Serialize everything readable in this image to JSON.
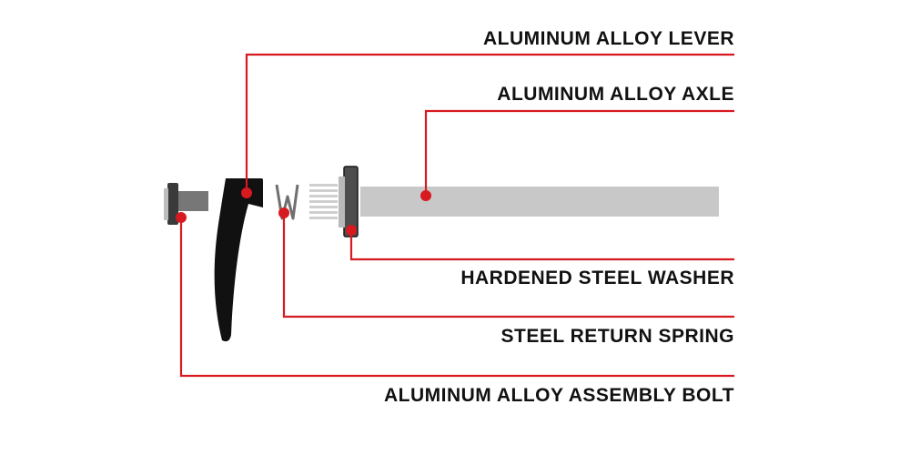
{
  "labels": {
    "lever": "ALUMINUM ALLOY LEVER",
    "axle": "ALUMINUM ALLOY AXLE",
    "washer": "HARDENED STEEL WASHER",
    "spring": "STEEL RETURN SPRING",
    "bolt": "ALUMINUM ALLOY ASSEMBLY BOLT"
  },
  "colors": {
    "leader_line": "#d71920",
    "part_dark": "#111111",
    "part_gray": "#666666",
    "axle": "#c8c8c8",
    "text": "#111111"
  }
}
